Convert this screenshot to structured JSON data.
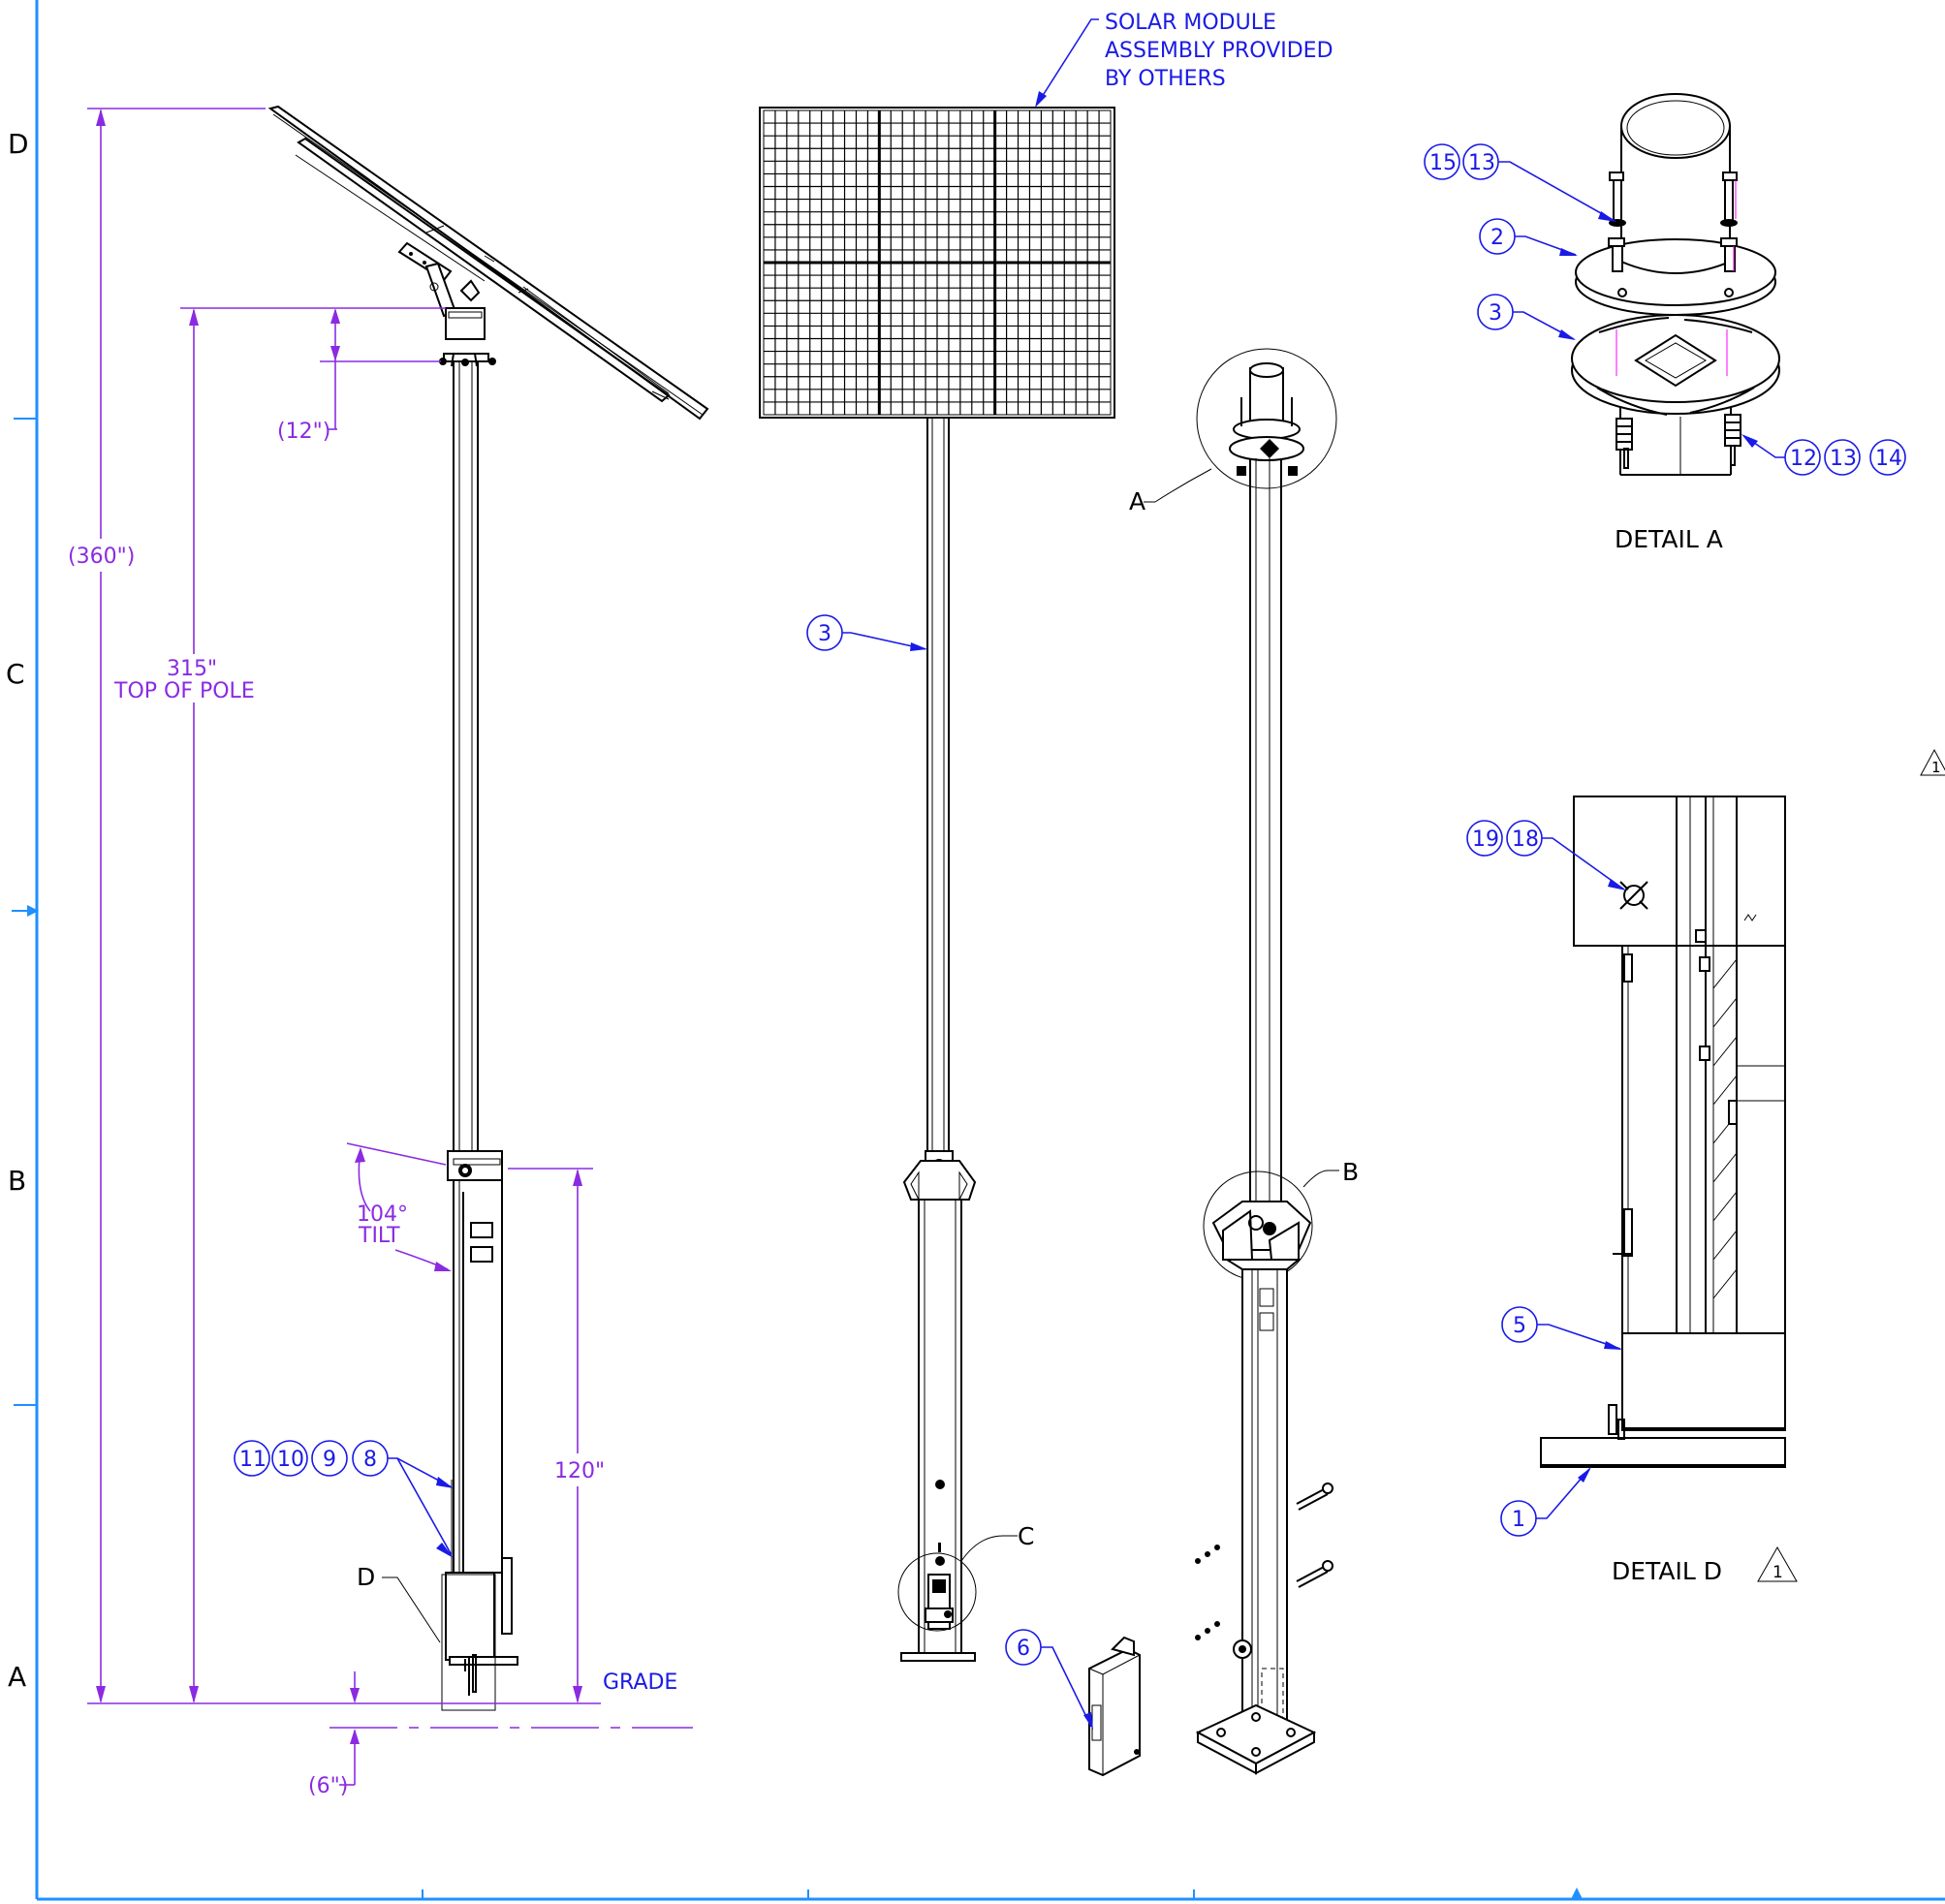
{
  "zones": {
    "d": "D",
    "c": "C",
    "b": "B",
    "a": "A"
  },
  "side_view": {
    "overall_height": "(360\")",
    "pole_height": "315\"",
    "pole_height_caption": "TOP OF POLE",
    "bracket_offset": "(12\")",
    "tilt_value": "104°",
    "tilt_caption": "TILT",
    "cabinet_height": "120\"",
    "grade_label": "GRADE",
    "embed_depth": "(6\")",
    "detail_d_ref": "D",
    "balloons": [
      "11",
      "10",
      "9",
      "8"
    ]
  },
  "front_view": {
    "solar_note": [
      "SOLAR MODULE",
      "ASSEMBLY PROVIDED",
      "BY OTHERS"
    ],
    "balloon_pole": "3",
    "detail_c_ref": "C",
    "balloon_box": "6"
  },
  "iso_view": {
    "detail_a_ref": "A",
    "detail_b_ref": "B"
  },
  "detail_a": {
    "title": "DETAIL  A",
    "balloon_1": [
      "15",
      "13"
    ],
    "balloon_2": "2",
    "balloon_3": "3",
    "balloon_4": [
      "12",
      "13",
      "14"
    ]
  },
  "detail_d": {
    "title": "DETAIL  D",
    "revision": "1",
    "balloon_1": [
      "19",
      "18"
    ],
    "balloon_2": "5",
    "balloon_3": "1"
  },
  "edge_revision": "1",
  "colors": {
    "dimension": "#8a2be2",
    "callout": "#1a1ae6",
    "border": "#1e90ff"
  }
}
